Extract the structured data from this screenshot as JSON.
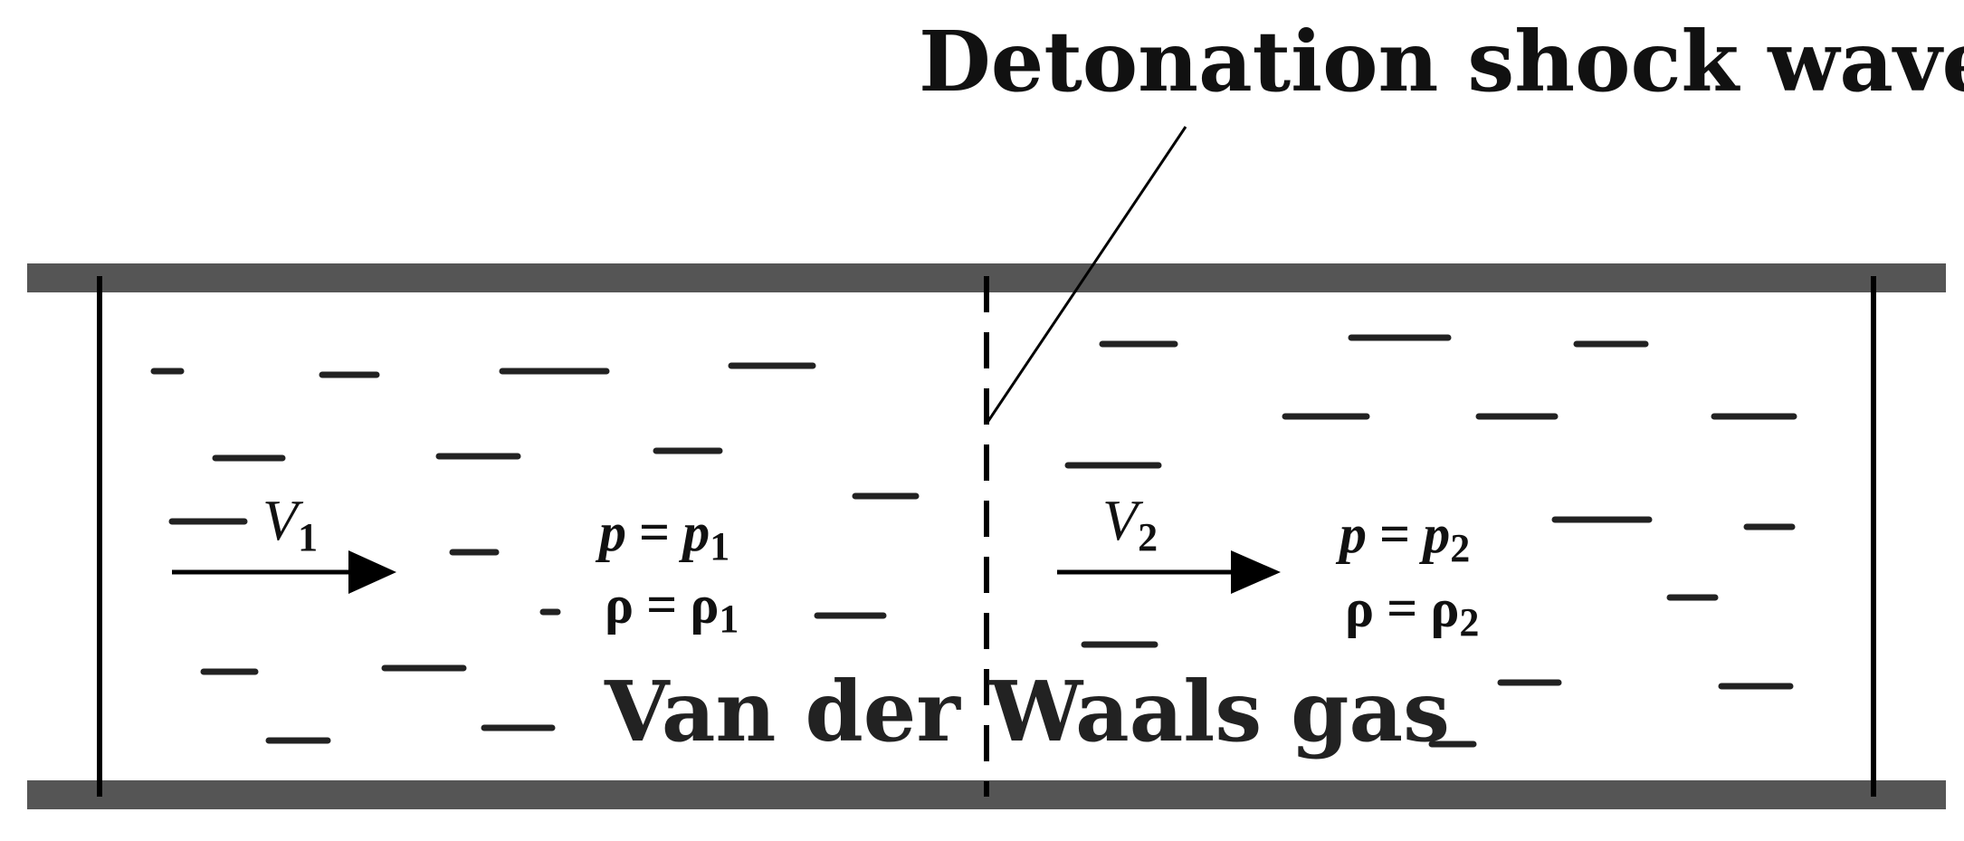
{
  "title": "Detonation shock wave",
  "gas_label": "Van der Waals gas",
  "left_region": {
    "velocity": "V",
    "velocity_sub": "1",
    "pressure_lhs": "p",
    "pressure_rhs": "p",
    "pressure_sub": "1",
    "density_lhs": "ρ",
    "density_rhs": "ρ",
    "density_sub": "1"
  },
  "right_region": {
    "velocity": "V",
    "velocity_sub": "2",
    "pressure_lhs": "p",
    "pressure_rhs": "p",
    "pressure_sub": "2",
    "density_lhs": "ρ",
    "density_rhs": "ρ",
    "density_sub": "2"
  },
  "equals_sign": "="
}
